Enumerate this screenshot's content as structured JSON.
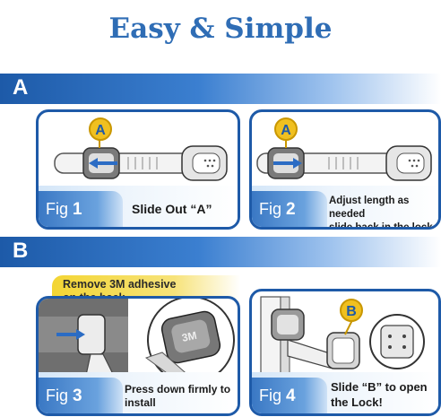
{
  "title": "Easy & Simple",
  "sections": [
    {
      "letter": "A"
    },
    {
      "letter": "B"
    }
  ],
  "panels": [
    {
      "fig_word": "Fig",
      "fig_num": "1",
      "callout": "A",
      "caption_lines": [
        "Slide Out “A”"
      ]
    },
    {
      "fig_word": "Fig",
      "fig_num": "2",
      "callout": "A",
      "caption_lines": [
        "Adjust length as needed",
        "slide back in the lock"
      ]
    },
    {
      "fig_word": "Fig",
      "fig_num": "3",
      "caption_lines": [
        "Press down firmly to",
        "install"
      ],
      "label_3m": "3M"
    },
    {
      "fig_word": "Fig",
      "fig_num": "4",
      "callout": "B",
      "caption_lines": [
        "Slide “B” to open",
        "the Lock!"
      ]
    }
  ],
  "adhesive_note": [
    "Remove 3M adhesive",
    "on the back."
  ],
  "colors": {
    "brand_blue": "#1e5aa8",
    "title_blue": "#2f6db5",
    "callout_yellow": "#f0c020",
    "arrow_blue": "#2b6cc4"
  }
}
